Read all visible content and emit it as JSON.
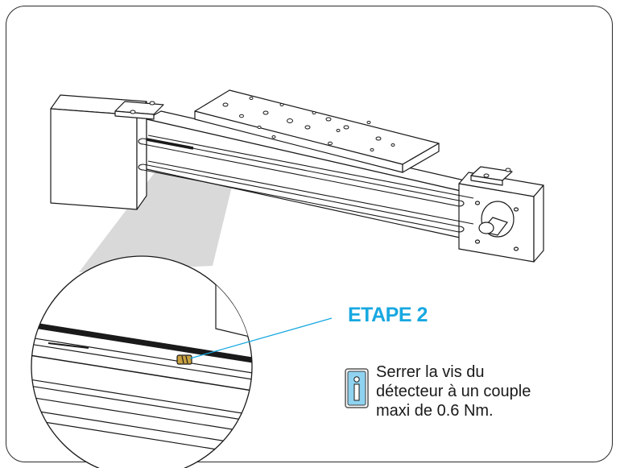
{
  "step": {
    "title": "ETAPE 2",
    "color": "#18a8e0"
  },
  "instruction": {
    "lines": [
      "Serrer la vis du",
      "détecteur à un couple",
      "maxi de 0.6 Nm."
    ]
  },
  "icons": {
    "info": "info-icon"
  },
  "colors": {
    "line": "#1a1a1a",
    "callout": "#18a8e0",
    "zoom_cone": "#d9d9d9",
    "screw": "#c8a040"
  }
}
